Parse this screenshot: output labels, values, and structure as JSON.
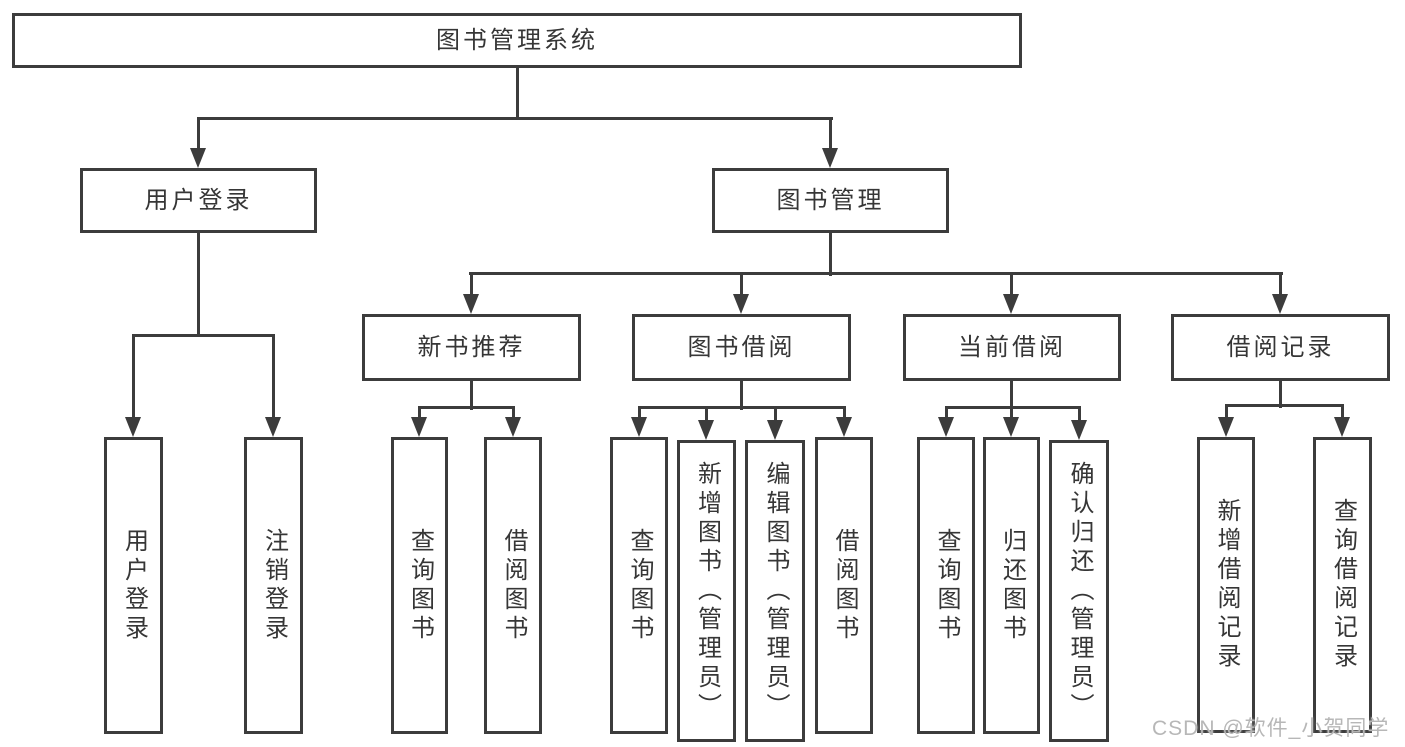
{
  "nodes": {
    "root": "图书管理系统",
    "level2": [
      "用户登录",
      "图书管理"
    ],
    "level3": [
      "新书推荐",
      "图书借阅",
      "当前借阅",
      "借阅记录"
    ],
    "login_children": [
      "用户登录",
      "注销登录"
    ],
    "newbook_children": [
      "查询图书",
      "借阅图书"
    ],
    "borrow_children": [
      "查询图书",
      "新增图书（管理员）",
      "编辑图书（管理员）",
      "借阅图书"
    ],
    "current_children": [
      "查询图书",
      "归还图书",
      "确认归还（管理员）"
    ],
    "records_children": [
      "新增借阅记录",
      "查询借阅记录"
    ]
  },
  "watermark": "CSDN @软件_小贺同学",
  "colors": {
    "line": "#3c3c3c",
    "text": "#363636",
    "background": "#ffffff",
    "watermark": "#b7b7b7"
  }
}
